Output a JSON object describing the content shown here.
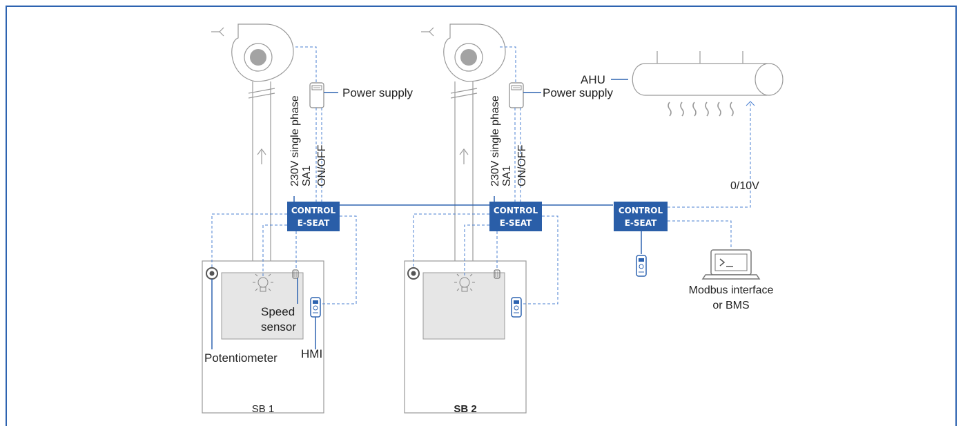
{
  "labels": {
    "control_line1": "CONTROL",
    "control_line2": "E-SEAT",
    "power_supply": "Power supply",
    "phase": "230V single phase",
    "sa1": "SA1",
    "onoff": "ON/OFF",
    "ahu": "AHU",
    "signal": "0/10V",
    "modbus_line1": "Modbus interface",
    "modbus_line2": "or BMS",
    "speed_line1": "Speed",
    "speed_line2": "sensor",
    "potentiometer": "Potentiometer",
    "hmi": "HMI",
    "sb1": "SB 1",
    "sb2": "SB 2"
  },
  "colors": {
    "frame": "#2d63b0",
    "control_box": "#2a5ea8",
    "dashed_wire": "#4a7fd0",
    "panel_fill": "#e6e6e6"
  },
  "icons": [
    "fan-icon",
    "power-supply-icon",
    "bulb-icon",
    "speed-sensor-icon",
    "potentiometer-icon",
    "hmi-remote-icon",
    "laptop-icon",
    "ahu-icon"
  ]
}
